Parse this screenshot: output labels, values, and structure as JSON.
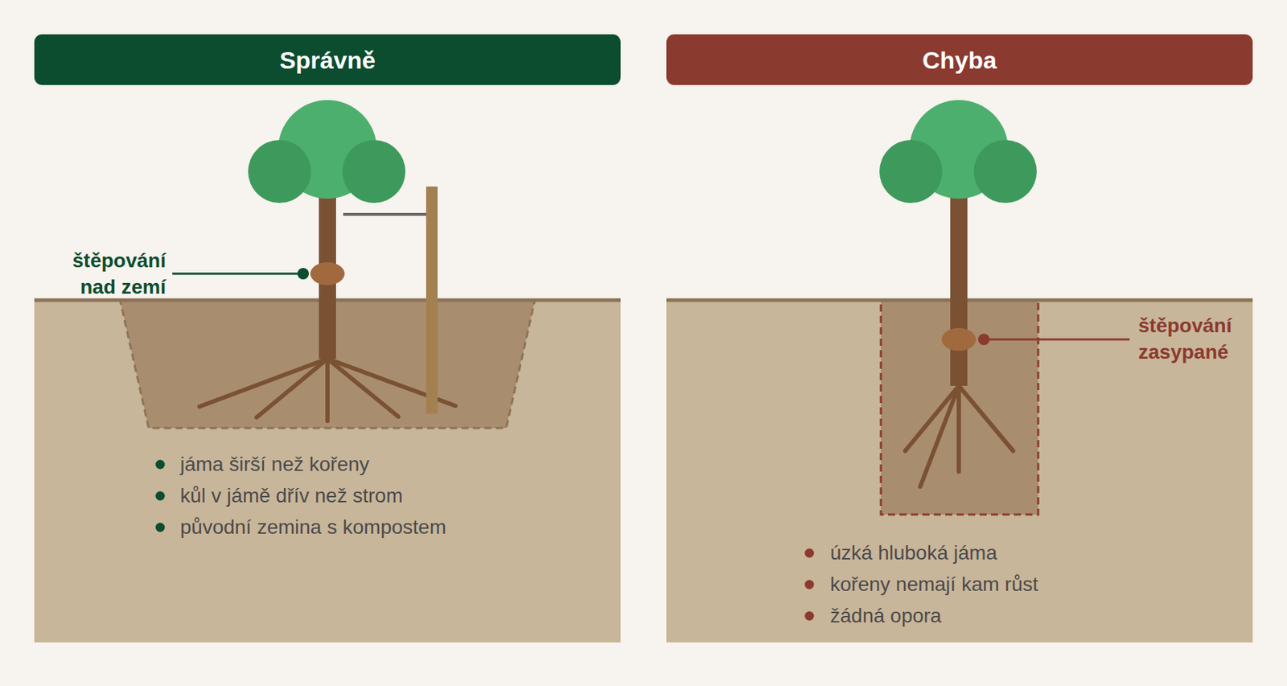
{
  "diagram": {
    "nodes": [
      {
        "text": [
          "Správně"
        ]
      },
      {
        "text": [
          "Chyba"
        ]
      }
    ],
    "labels": [
      "štěpování nad zemí",
      "jáma širší než kořeny",
      "kůl v jámě dřív než strom",
      "původní zemina s kompostem",
      "štěpování zasypané",
      "úzká hluboká jáma",
      "kořeny nemají kam růst",
      "žádná opora"
    ]
  }
}
